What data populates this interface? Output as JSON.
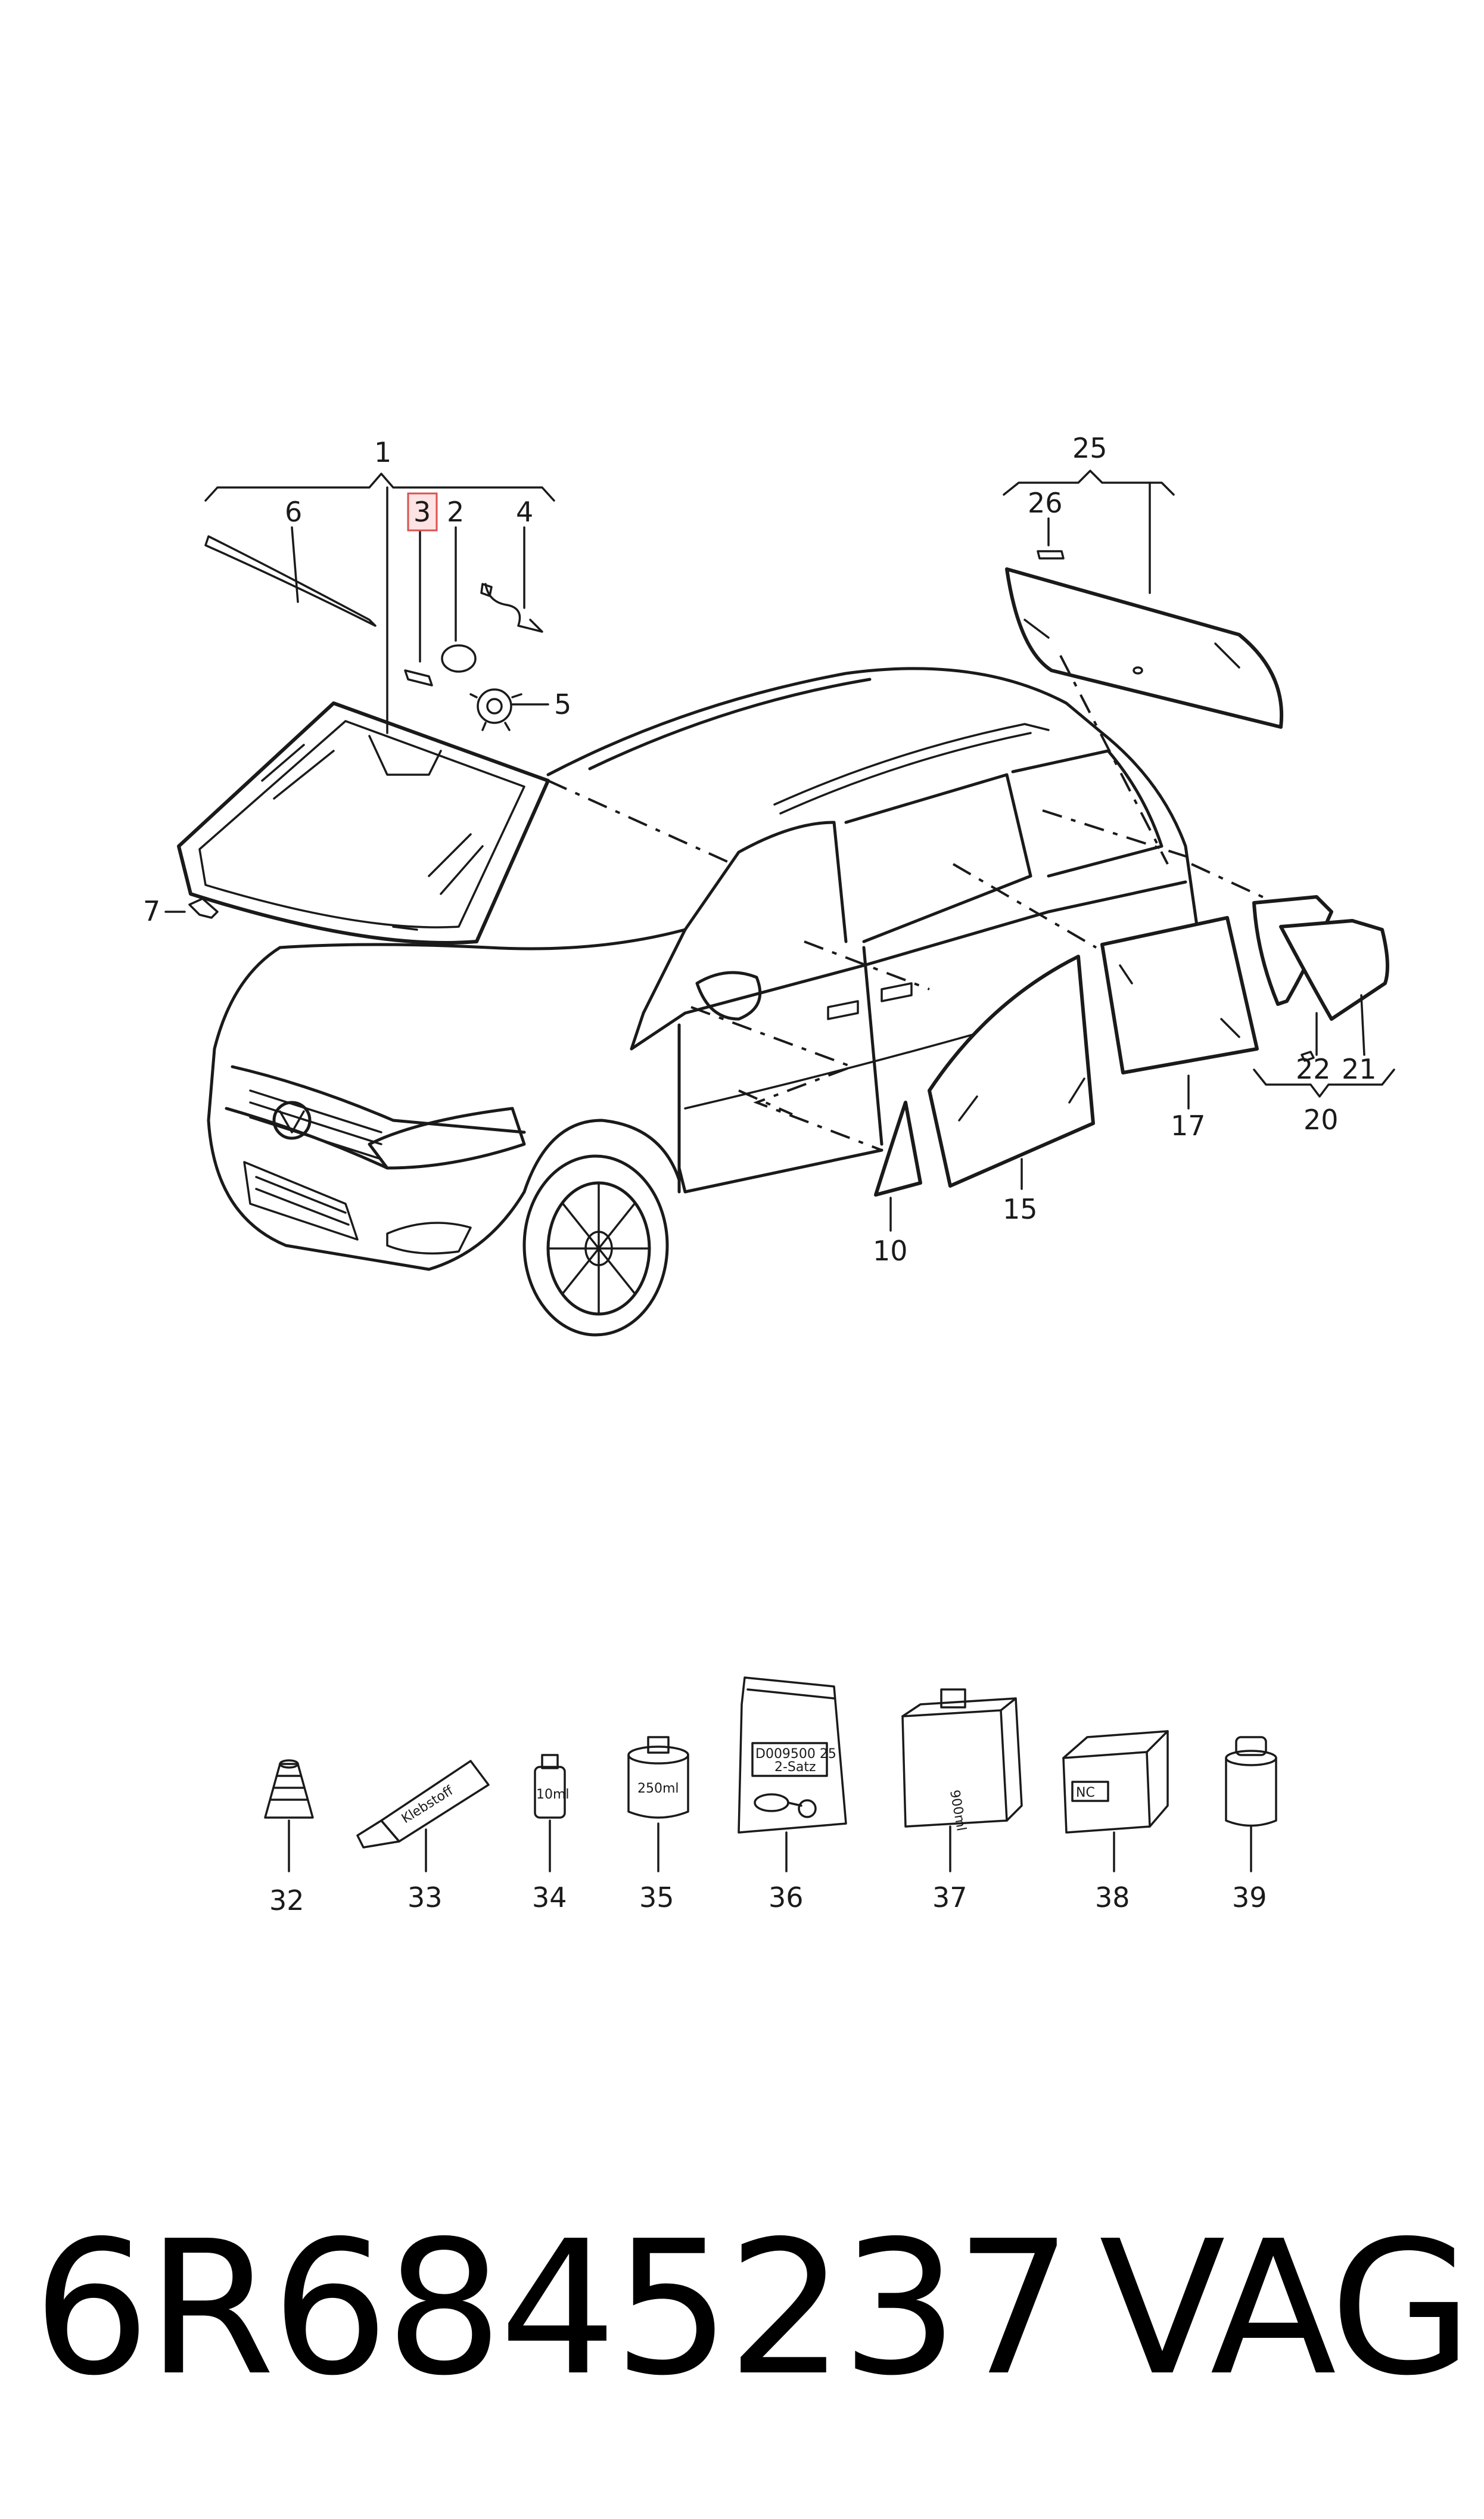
{
  "callouts": {
    "c1": "1",
    "c2": "2",
    "c3": "3",
    "c4": "4",
    "c5": "5",
    "c6": "6",
    "c7": "7",
    "c10": "10",
    "c15": "15",
    "c17": "17",
    "c20": "20",
    "c21": "21",
    "c22": "22",
    "c25": "25",
    "c26": "26",
    "c32": "32",
    "c33": "33",
    "c34": "34",
    "c35": "35",
    "c36": "36",
    "c37": "37",
    "c38": "38",
    "c39": "39"
  },
  "highlighted_callout": "3",
  "product_labels": {
    "tube": "Klebstoff",
    "bottle_small": "10ml",
    "can": "250ml",
    "bag_line1": "D009500 25",
    "bag_line2": "2-Satz",
    "jug": "900ml",
    "box": "NC"
  },
  "footer": {
    "part_number": "6R6845237",
    "brand": "VAG"
  },
  "colors": {
    "line": "#1a1a1a",
    "highlight_fill": "#fde3e3",
    "highlight_stroke": "#d9534f"
  }
}
